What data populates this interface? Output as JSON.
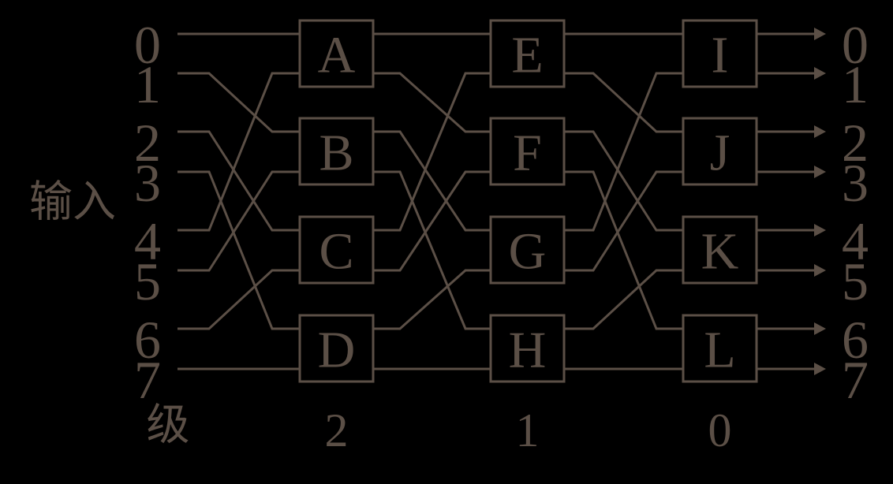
{
  "figure": {
    "type": "omega-multistage-interconnection-network",
    "background_color": "#000000",
    "line_color": "#5b4f46",
    "caption_left": "输入",
    "caption_bottom": "级",
    "input_labels": [
      "0",
      "1",
      "2",
      "3",
      "4",
      "5",
      "6",
      "7"
    ],
    "output_labels": [
      "0",
      "1",
      "2",
      "3",
      "4",
      "5",
      "6",
      "7"
    ],
    "stages": [
      {
        "label": "2",
        "switches": [
          "A",
          "B",
          "C",
          "D"
        ]
      },
      {
        "label": "1",
        "switches": [
          "E",
          "F",
          "G",
          "H"
        ]
      },
      {
        "label": "0",
        "switches": [
          "I",
          "J",
          "K",
          "L"
        ]
      }
    ],
    "interconnects": [
      {
        "from": "inputs",
        "to": "stage-2",
        "pattern": "perfect-shuffle",
        "mapping": [
          0,
          2,
          4,
          6,
          1,
          3,
          5,
          7
        ]
      },
      {
        "from": "stage-2",
        "to": "stage-1",
        "pattern": "perfect-shuffle",
        "mapping": [
          0,
          2,
          4,
          6,
          1,
          3,
          5,
          7
        ]
      },
      {
        "from": "stage-1",
        "to": "stage-0",
        "pattern": "perfect-shuffle",
        "mapping": [
          0,
          2,
          4,
          6,
          1,
          3,
          5,
          7
        ]
      }
    ]
  }
}
